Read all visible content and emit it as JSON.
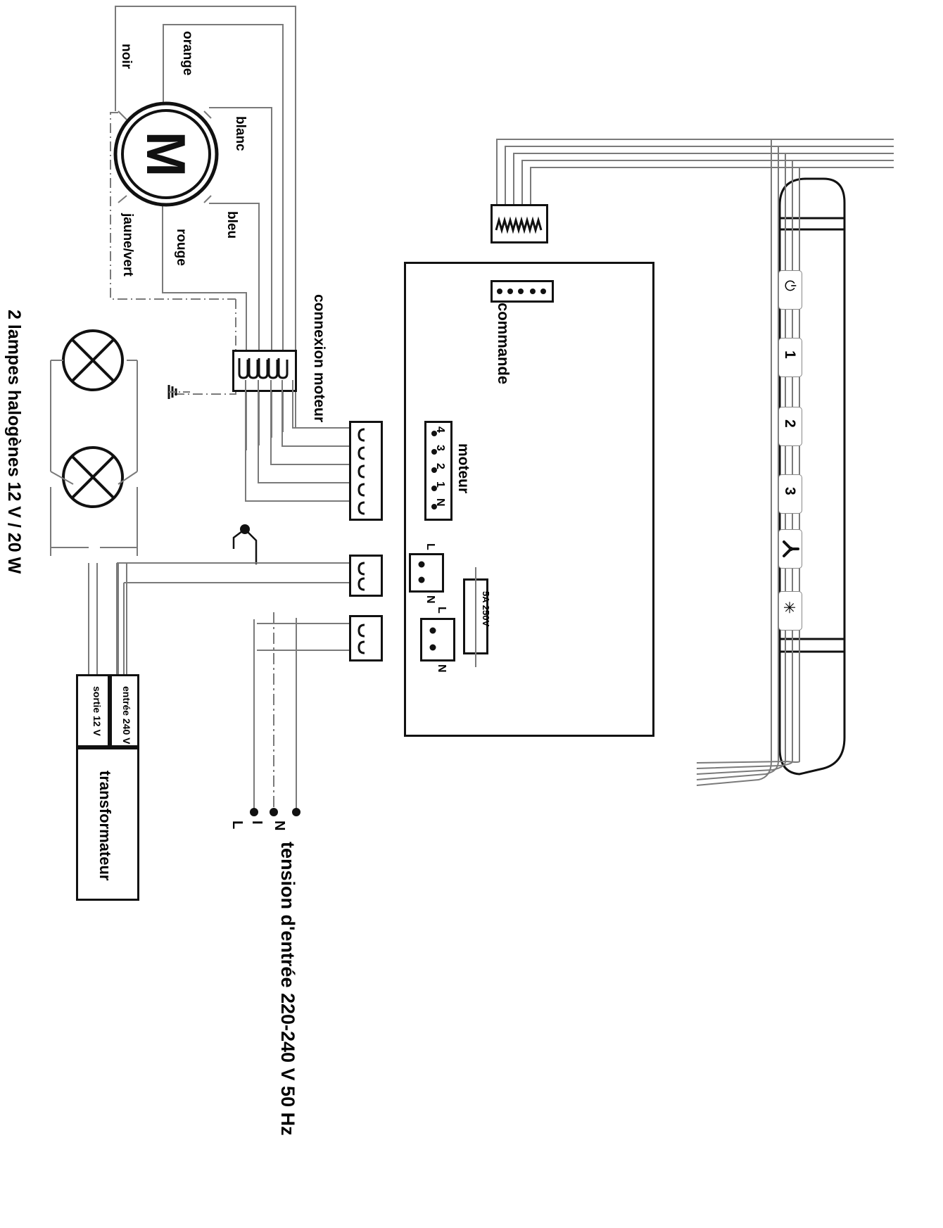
{
  "document": {
    "kind": "wiring-diagram",
    "language": "fr",
    "description": "Schema de cablage ventilateur de plafond avec lampes halogenes et telecommande"
  },
  "motor": {
    "symbol": "M",
    "wires": [
      {
        "key": "noir",
        "label": "noir"
      },
      {
        "key": "orange",
        "label": "orange"
      },
      {
        "key": "blanc",
        "label": "blanc"
      },
      {
        "key": "bleu",
        "label": "bleu"
      },
      {
        "key": "rouge",
        "label": "rouge"
      },
      {
        "key": "jaune_vert",
        "label": "jaune/vert"
      }
    ]
  },
  "motor_connection": {
    "label": "connexion moteur",
    "pins": 6
  },
  "control_unit": {
    "commande_label": "commande",
    "commande_pins": 5,
    "moteur_label": "moteur",
    "moteur_terminals": [
      "4",
      "3",
      "2",
      "1",
      "N"
    ],
    "mains_terminal_1": [
      "L",
      "N"
    ],
    "mains_terminal_2": [
      "L",
      "N"
    ],
    "fuse_label": "5A 250V"
  },
  "lamps": {
    "label": "2 lampes halogènes 12 V / 20 W",
    "count": 2
  },
  "transformer": {
    "label": "transformateur",
    "output_label": "sortie 12 V",
    "input_label": "entrée 240 V"
  },
  "mains": {
    "label": "tension d'entrée 220-240 V 50 Hz",
    "terminals": [
      {
        "key": "L",
        "label": "L"
      },
      {
        "key": "E",
        "label": "I"
      },
      {
        "key": "N",
        "label": "N"
      }
    ]
  },
  "remote": {
    "name": "telecommande",
    "buttons": [
      {
        "key": "power",
        "label": "⏻",
        "icon": "power-icon"
      },
      {
        "key": "speed1",
        "label": "1",
        "icon": "digit-one-icon"
      },
      {
        "key": "speed2",
        "label": "2",
        "icon": "digit-two-icon"
      },
      {
        "key": "speed3",
        "label": "3",
        "icon": "digit-three-icon"
      },
      {
        "key": "fan",
        "label": "⋎",
        "icon": "fan-blade-icon"
      },
      {
        "key": "light",
        "label": "✳",
        "icon": "light-star-icon"
      }
    ]
  },
  "colors": {
    "line": "#7a7a7a",
    "line_dark": "#111111",
    "text": "#000000",
    "background": "#ffffff"
  }
}
